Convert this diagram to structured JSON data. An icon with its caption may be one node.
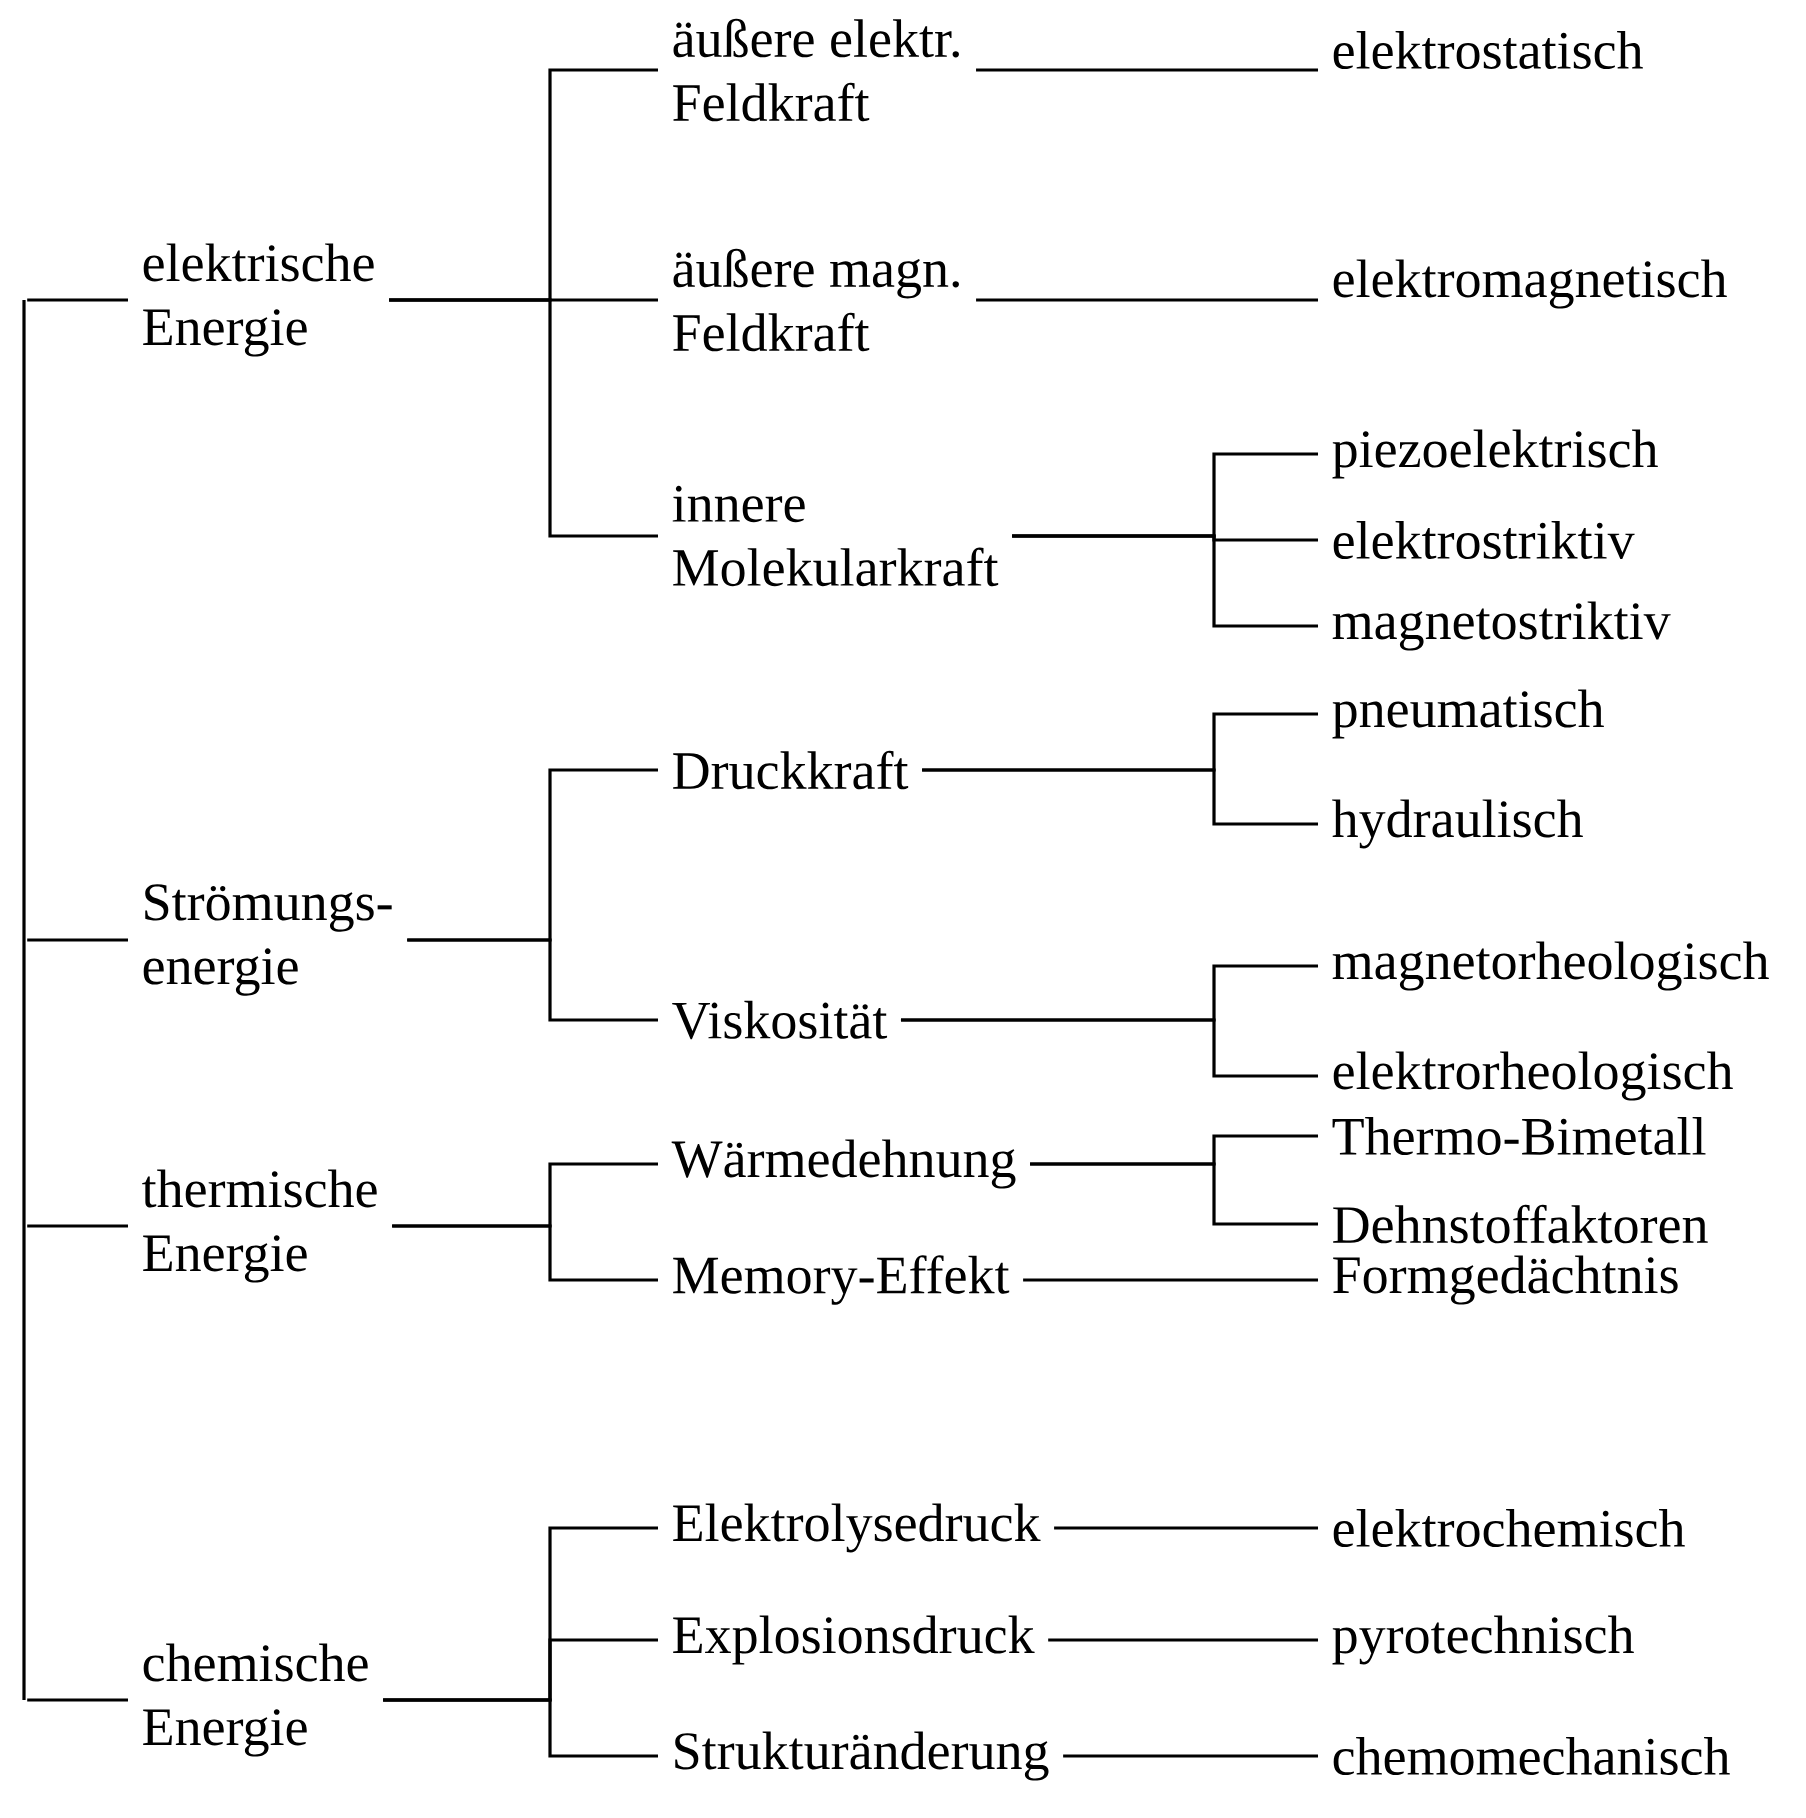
{
  "diagram": {
    "nodes": [
      {
        "text": [
          "elektrische Energie"
        ]
      },
      {
        "text": [
          "äußere elektr. Feldkraft"
        ]
      },
      {
        "text": [
          "elektrostatisch"
        ]
      },
      {
        "text": [
          "äußere magn. Feldkraft"
        ]
      },
      {
        "text": [
          "elektromagnetisch"
        ]
      },
      {
        "text": [
          "innere Molekularkraft"
        ]
      },
      {
        "text": [
          "piezoelektrisch"
        ]
      },
      {
        "text": [
          "elektrostriktiv"
        ]
      },
      {
        "text": [
          "magnetostriktiv"
        ]
      },
      {
        "text": [
          "Strömungs- energie"
        ]
      },
      {
        "text": [
          "Druckkraft"
        ]
      },
      {
        "text": [
          "pneumatisch"
        ]
      },
      {
        "text": [
          "hydraulisch"
        ]
      },
      {
        "text": [
          "Viskosität"
        ]
      },
      {
        "text": [
          "magnetorheologisch"
        ]
      },
      {
        "text": [
          "elektrorheologisch"
        ]
      },
      {
        "text": [
          "thermische Energie"
        ]
      },
      {
        "text": [
          "Wärmedehnung"
        ]
      },
      {
        "text": [
          "Thermo-Bimetall"
        ]
      },
      {
        "text": [
          "Dehnstoffaktoren"
        ]
      },
      {
        "text": [
          "Memory-Effekt"
        ]
      },
      {
        "text": [
          "Formgedächtnis"
        ]
      },
      {
        "text": [
          "chemische Energie"
        ]
      },
      {
        "text": [
          "Elektrolysedruck"
        ]
      },
      {
        "text": [
          "elektrochemisch"
        ]
      },
      {
        "text": [
          "Explosionsdruck"
        ]
      },
      {
        "text": [
          "pyrotechnisch"
        ]
      },
      {
        "text": [
          "Strukturänderung"
        ]
      },
      {
        "text": [
          "chemomechanisch"
        ]
      },
      {
        "text": [],
        "shape": "bar"
      }
    ],
    "edges": [
      {
        "from": 0,
        "to": 1,
        "arrow": "none"
      },
      {
        "from": 0,
        "to": 3,
        "arrow": "none"
      },
      {
        "from": 0,
        "to": 5,
        "arrow": "none"
      },
      {
        "from": 1,
        "to": 2,
        "arrow": "none"
      },
      {
        "from": 3,
        "to": 4,
        "arrow": "none"
      },
      {
        "from": 5,
        "to": 6,
        "arrow": "none"
      },
      {
        "from": 5,
        "to": 7,
        "arrow": "none"
      },
      {
        "from": 5,
        "to": 8,
        "arrow": "none"
      },
      {
        "from": 9,
        "to": 10,
        "arrow": "none"
      },
      {
        "from": 9,
        "to": 13,
        "arrow": "none"
      },
      {
        "from": 10,
        "to": 11,
        "arrow": "none"
      },
      {
        "from": 10,
        "to": 12,
        "arrow": "none"
      },
      {
        "from": 13,
        "to": 14,
        "arrow": "none"
      },
      {
        "from": 13,
        "to": 15,
        "arrow": "none"
      },
      {
        "from": 16,
        "to": 17,
        "arrow": "none"
      },
      {
        "from": 16,
        "to": 20,
        "arrow": "none"
      },
      {
        "from": 17,
        "to": 18,
        "arrow": "none"
      },
      {
        "from": 17,
        "to": 19,
        "arrow": "none"
      },
      {
        "from": 20,
        "to": 21,
        "arrow": "none"
      },
      {
        "from": 22,
        "to": 23,
        "arrow": "none"
      },
      {
        "from": 22,
        "to": 25,
        "arrow": "none"
      },
      {
        "from": 22,
        "to": 27,
        "arrow": "none"
      },
      {
        "from": 23,
        "to": 24,
        "arrow": "none"
      },
      {
        "from": 25,
        "to": 26,
        "arrow": "none"
      },
      {
        "from": 27,
        "to": 28,
        "arrow": "none"
      },
      {
        "from": 29,
        "to": 0,
        "arrow": "none"
      },
      {
        "from": 29,
        "to": 9,
        "arrow": "none"
      },
      {
        "from": 29,
        "to": 16,
        "arrow": "none"
      },
      {
        "from": 29,
        "to": 22,
        "arrow": "none"
      }
    ]
  }
}
